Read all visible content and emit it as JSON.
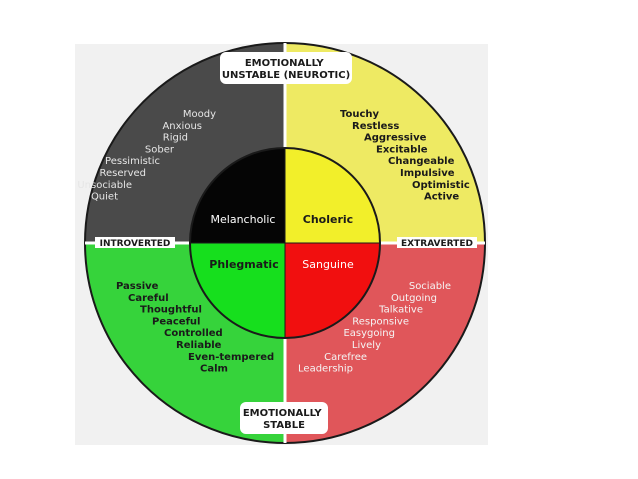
{
  "colors": {
    "melancholic": "#4a4a4a",
    "choleric": "#eeea63",
    "phlegmatic": "#36d33b",
    "sanguine": "#e0565a",
    "melancholic_inner": "#050505",
    "choleric_inner": "#f2ef2a",
    "phlegmatic_inner": "#16df1d",
    "sanguine_inner": "#f10f0f",
    "panel": "#f1f1f1",
    "border": "#1a1a1a"
  },
  "axis": {
    "top": "EMOTIONALLY\nUNSTABLE (NEUROTIC)",
    "bottom": "EMOTIONALLY\nSTABLE",
    "left": "INTROVERTED",
    "right": "EXTRAVERTED"
  },
  "quadrants": {
    "melancholic": {
      "name": "Melancholic",
      "traits": [
        "Moody",
        "Anxious",
        "Rigid",
        "Sober",
        "Pessimistic",
        "Reserved",
        "Unsociable",
        "Quiet"
      ]
    },
    "choleric": {
      "name": "Choleric",
      "traits": [
        "Touchy",
        "Restless",
        "Aggressive",
        "Excitable",
        "Changeable",
        "Impulsive",
        "Optimistic",
        "Active"
      ]
    },
    "phlegmatic": {
      "name": "Phlegmatic",
      "traits": [
        "Passive",
        "Careful",
        "Thoughtful",
        "Peaceful",
        "Controlled",
        "Reliable",
        "Even-tempered",
        "Calm"
      ]
    },
    "sanguine": {
      "name": "Sanguine",
      "traits": [
        "Sociable",
        "Outgoing",
        "Talkative",
        "Responsive",
        "Easygoing",
        "Lively",
        "Carefree",
        "Leadership"
      ]
    }
  }
}
